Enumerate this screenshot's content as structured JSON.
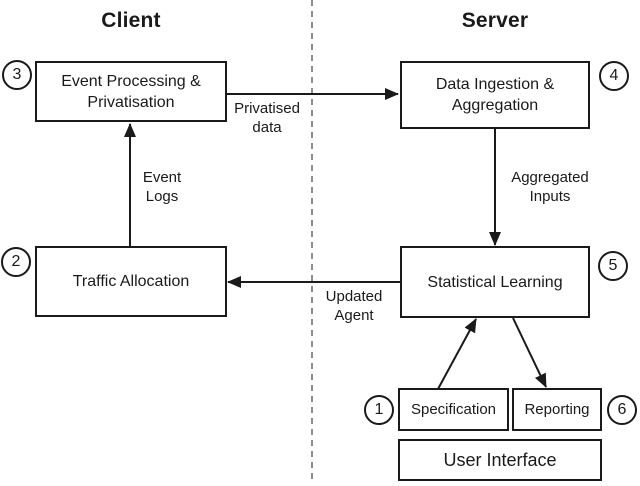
{
  "headers": {
    "client": "Client",
    "server": "Server"
  },
  "nodes": {
    "event_processing": {
      "line1": "Event Processing &",
      "line2": "Privatisation",
      "badge": "3"
    },
    "data_ingestion": {
      "line1": "Data Ingestion &",
      "line2": "Aggregation",
      "badge": "4"
    },
    "traffic_allocation": {
      "label": "Traffic Allocation",
      "badge": "2"
    },
    "statistical_learning": {
      "label": "Statistical Learning",
      "badge": "5"
    },
    "specification": {
      "label": "Specification",
      "badge": "1"
    },
    "reporting": {
      "label": "Reporting",
      "badge": "6"
    },
    "user_interface": {
      "label": "User Interface"
    }
  },
  "edge_labels": {
    "privatised_data": {
      "line1": "Privatised",
      "line2": "data"
    },
    "event_logs": {
      "line1": "Event",
      "line2": "Logs"
    },
    "aggregated_inputs": {
      "line1": "Aggregated",
      "line2": "Inputs"
    },
    "updated_agent": {
      "line1": "Updated",
      "line2": "Agent"
    }
  },
  "colors": {
    "line": "#1a1a1a",
    "divider": "#8c8c8c",
    "background": "#ffffff"
  }
}
